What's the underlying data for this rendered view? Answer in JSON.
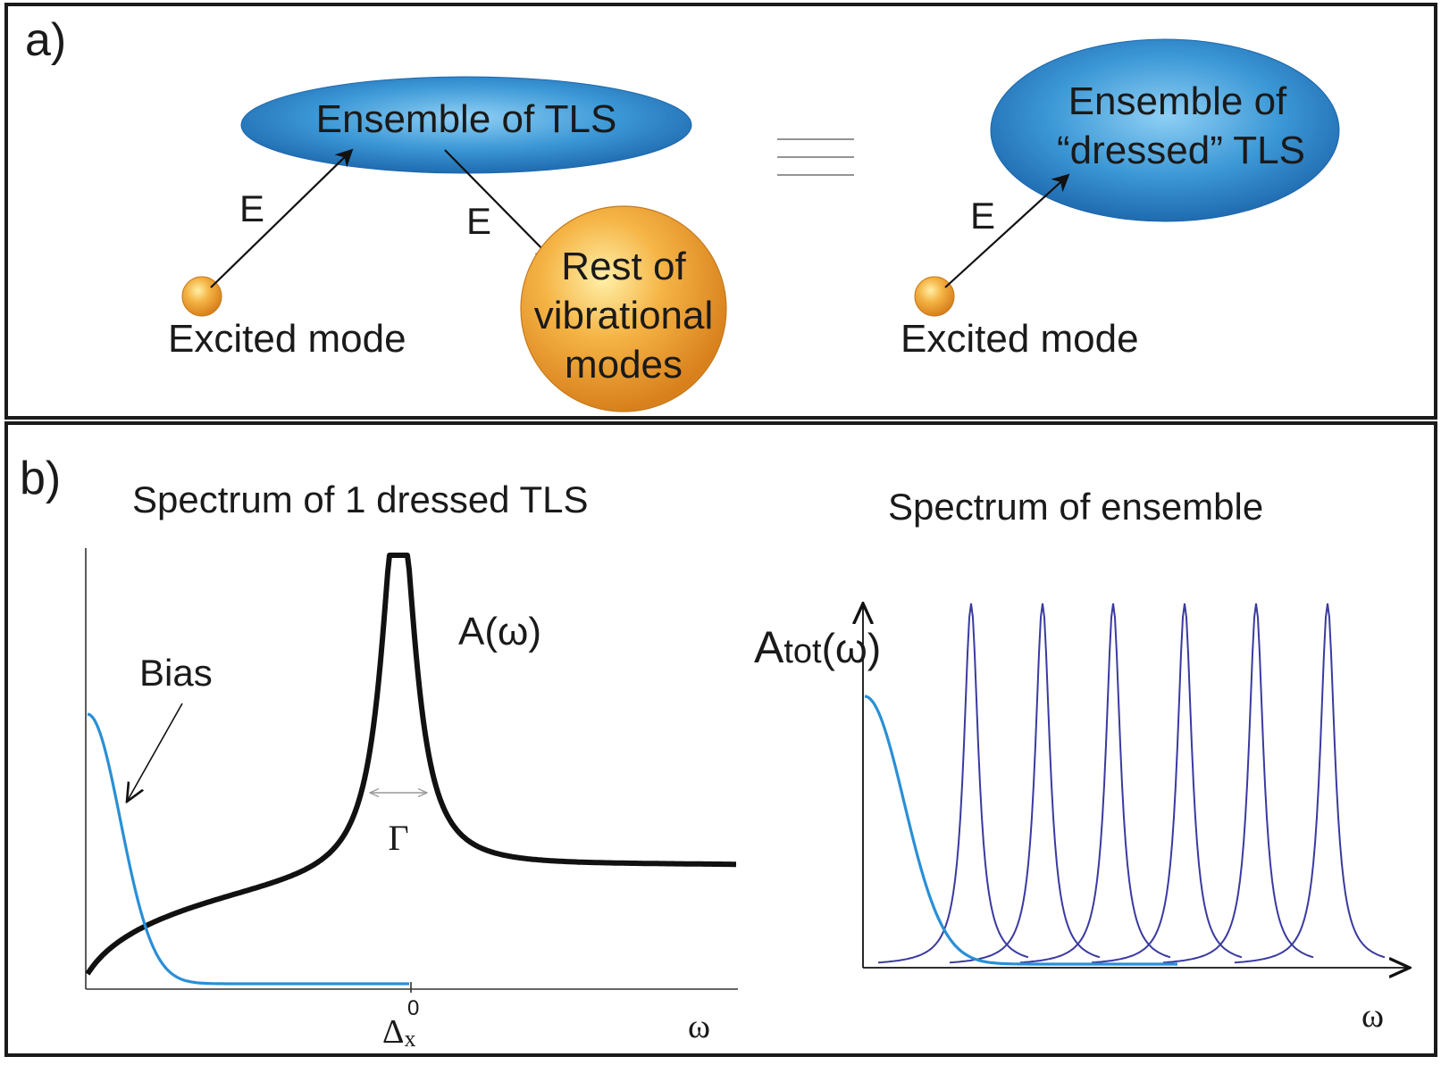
{
  "panel_a": {
    "label": "a)",
    "ensemble_label": "Ensemble of TLS",
    "coupling_left": "E",
    "coupling_right": "E",
    "excited_mode_label": "Excited mode",
    "rest_line1": "Rest of",
    "rest_line2": "vibrational",
    "rest_line3": "modes",
    "equivalence_symbol": "≡",
    "dressed_line1": "Ensemble of",
    "dressed_line2": "“dressed” TLS",
    "coupling_dressed": "E",
    "excited_mode_label_2": "Excited mode"
  },
  "panel_b": {
    "label": "b)",
    "left": {
      "title": "Spectrum of 1 dressed TLS",
      "bias_label": "Bias",
      "curve_label": "A(ω)",
      "width_label": "Γ",
      "peak_tick_base": "Δ",
      "peak_tick_sub": "x",
      "peak_tick_sup": "0",
      "x_label": "ω"
    },
    "right": {
      "title": "Spectrum of ensemble",
      "y_label_base": "A",
      "y_label_sub": "tot",
      "y_label_tail": "(ω)",
      "x_label": "ω"
    }
  },
  "colors": {
    "frame": "#1a1a1a",
    "ellipse_blue": "#2a7fc4",
    "sphere_orange": "#f0a030",
    "bias_curve": "#2a8fd6",
    "lorentzian": "#111111",
    "ensemble_peaks": "#3a3aa0"
  }
}
